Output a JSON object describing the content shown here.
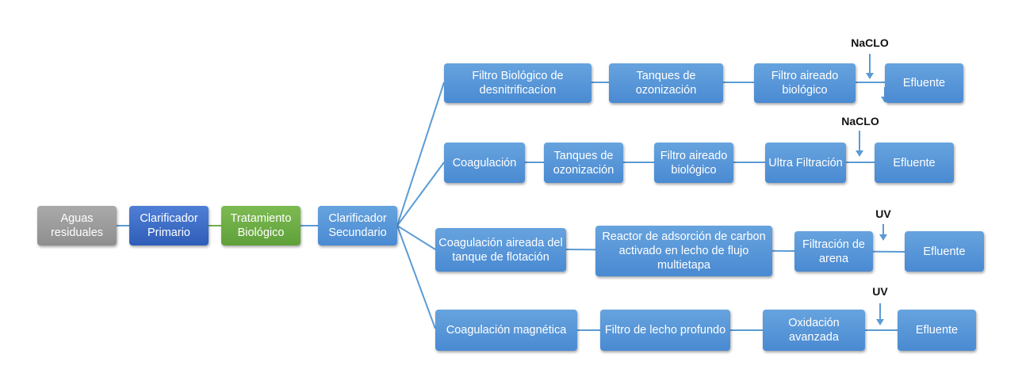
{
  "main": {
    "source": "Aguas residuales",
    "primary": "Clarificador Primario",
    "bio": "Tratamiento Biológico",
    "secondary": "Clarificador Secundario"
  },
  "rows": [
    {
      "steps": [
        "Filtro Biológico  de desnitrificacíon",
        "Tanques de ozonización",
        "Filtro aireado biológico",
        "Efluente"
      ],
      "dose": "NaCLO"
    },
    {
      "steps": [
        "Coagulación",
        "Tanques de ozonización",
        "Filtro aireado biológico",
        "Ultra Filtración",
        "Efluente"
      ],
      "dose": "NaCLO"
    },
    {
      "steps": [
        "Coagulación aireada del tanque de flotación",
        "Reactor de adsorción de carbon activado en lecho de flujo multietapa",
        "Filtración de arena",
        "Efluente"
      ],
      "dose": "UV"
    },
    {
      "steps": [
        "Coagulación magnética",
        "Filtro de lecho profundo",
        "Oxidación avanzada",
        "Efluente"
      ],
      "dose": "UV"
    }
  ],
  "colors": {
    "line": "#5b9bd5",
    "green_line": "#70ad47"
  }
}
